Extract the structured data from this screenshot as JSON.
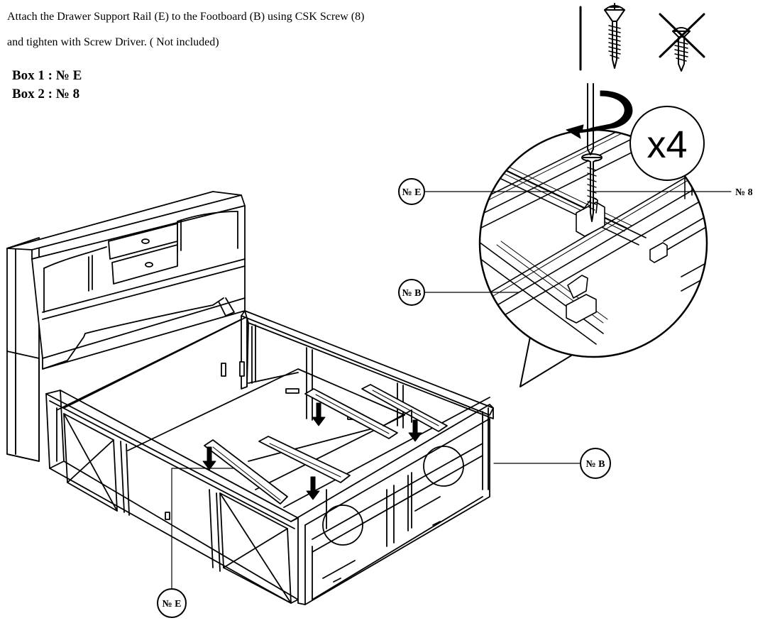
{
  "instruction": {
    "line1": "Attach the Drawer Support Rail (E) to the Footboard (B) using CSK Screw (8)",
    "line2": "and tighten with Screw Driver. ( Not included)"
  },
  "boxes": [
    {
      "label": "Box 1 : № E"
    },
    {
      "label": "Box 2 : № 8"
    }
  ],
  "detail": {
    "multiplier": "x4"
  },
  "callouts": {
    "detail_rail": "№ E",
    "detail_screw": "№ 8",
    "detail_footboard": "№ B",
    "main_footboard": "№ B",
    "main_rail": "№ E"
  },
  "icons": {
    "correct": "countersunk-screw-icon",
    "incorrect": "crossed-out-screw-icon",
    "tool": "screwdriver-icon",
    "rotation": "clockwise-rotation-arrow-icon"
  }
}
